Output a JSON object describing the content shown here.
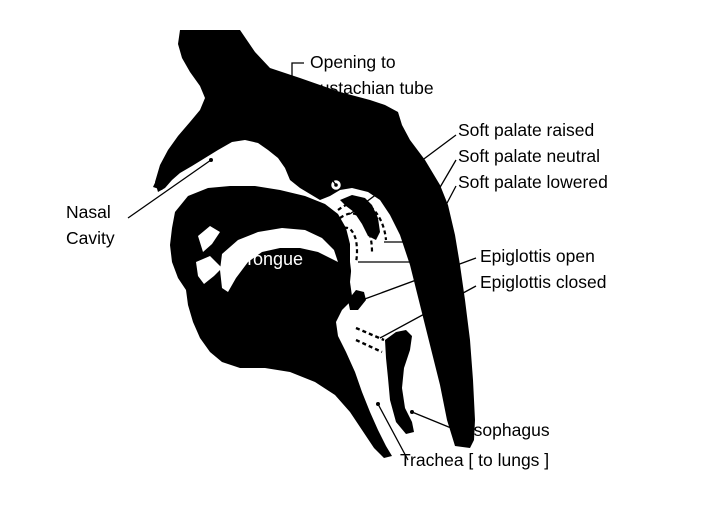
{
  "labels": {
    "eustachian_line1": "Opening to",
    "eustachian_line2": "eustachian tube",
    "soft_palate_raised": "Soft palate raised",
    "soft_palate_neutral": "Soft palate neutral",
    "soft_palate_lowered": "Soft palate lowered",
    "nasal_line1": "Nasal",
    "nasal_line2": "Cavity",
    "tongue": "Tongue",
    "epiglottis_open": "Epiglottis open",
    "epiglottis_closed": "Epiglottis closed",
    "esophagus": "Esophagus",
    "trachea": "Trachea [ to lungs ]"
  },
  "colors": {
    "tissue": "#000000",
    "background": "#ffffff"
  }
}
